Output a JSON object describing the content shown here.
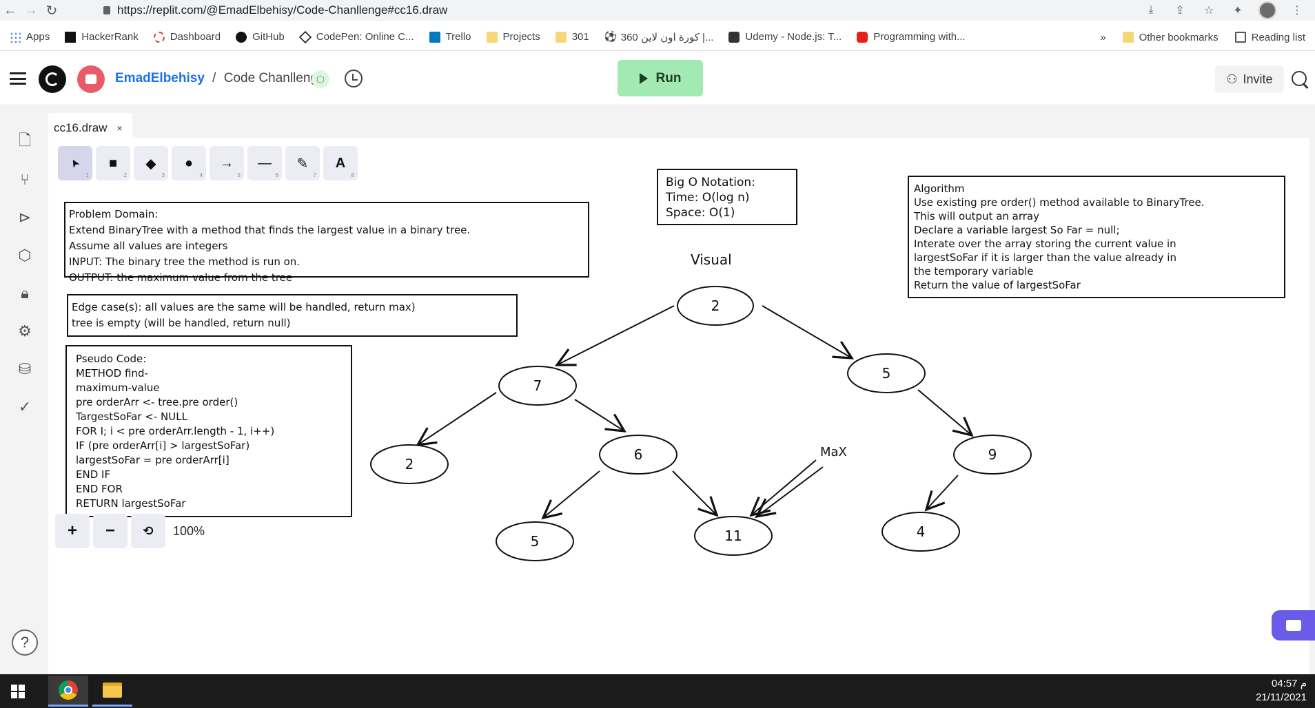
{
  "browser": {
    "url": "https://replit.com/@EmadElbehisy/Code-Chanllenge#cc16.draw",
    "bookmarks": [
      "Apps",
      "HackerRank",
      "Dashboard",
      "GitHub",
      "CodePen: Online C...",
      "Trello",
      "Projects",
      "301",
      "360 كورة اون لاين |...",
      "Udemy - Node.js: T...",
      "Programming with..."
    ],
    "bookmarks_more": "»",
    "other_bookmarks": "Other bookmarks",
    "reading_list": "Reading list"
  },
  "header": {
    "owner": "EmadElbehisy",
    "separator": "/",
    "repl_name": "Code Chanllenge",
    "run_label": "Run",
    "invite_label": "Invite"
  },
  "editor": {
    "tab_name": "cc16.draw",
    "tab_close": "×",
    "zoom": "100%",
    "help": "?"
  },
  "toolbar": {
    "tools": [
      {
        "name": "select",
        "glyph": "➤",
        "key": "1"
      },
      {
        "name": "rectangle",
        "glyph": "■",
        "key": "2"
      },
      {
        "name": "diamond",
        "glyph": "◆",
        "key": "3"
      },
      {
        "name": "ellipse",
        "glyph": "●",
        "key": "4"
      },
      {
        "name": "arrow",
        "glyph": "→",
        "key": "5"
      },
      {
        "name": "line",
        "glyph": "—",
        "key": "6"
      },
      {
        "name": "draw",
        "glyph": "✎",
        "key": "7"
      },
      {
        "name": "text",
        "glyph": "A",
        "key": "8"
      }
    ]
  },
  "drawing": {
    "problem_domain": [
      "Problem Domain:",
      "Extend BinaryTree with a method that finds the largest value in a binary tree.",
      "Assume all values are integers",
      "INPUT: The binary tree the method is run on.",
      "OUTPUT: the maximum value from the tree"
    ],
    "edge_cases": [
      "Edge case(s): all values are the same will be handled, return max)",
      "tree is empty (will be handled, return null)"
    ],
    "pseudo_code": [
      "Pseudo Code:",
      "METHOD find-",
      "maximum-value",
      "pre orderArr <- tree.pre order()",
      "TargestSoFar <- NULL",
      "FOR I; i < pre orderArr.length - 1, i++)",
      "IF (pre orderArr[i] > largestSoFar)",
      "largestSoFar = pre orderArr[i]",
      "END IF",
      "END FOR",
      "RETURN largestSoFar"
    ],
    "big_o": [
      "Big O Notation:",
      "Time: O(log n)",
      "Space: O(1)"
    ],
    "algorithm": [
      "Algorithm",
      "Use existing pre order() method available to BinaryTree.",
      "This will output an array",
      "Declare a variable largest So Far = null;",
      "Interate over the array storing the current value in",
      "largestSoFar if it is larger than the value already in",
      "the temporary variable",
      "Return the value of largestSoFar"
    ],
    "visual_label": "Visual",
    "max_label": "MaX",
    "nodes": {
      "root": "2",
      "left": "7",
      "right": "5",
      "left_left": "2",
      "left_right": "6",
      "right_right": "9",
      "lr_left": "5",
      "lr_right": "11",
      "rr_left": "4"
    }
  },
  "taskbar": {
    "time": "04:57 م",
    "date": "21/11/2021"
  }
}
